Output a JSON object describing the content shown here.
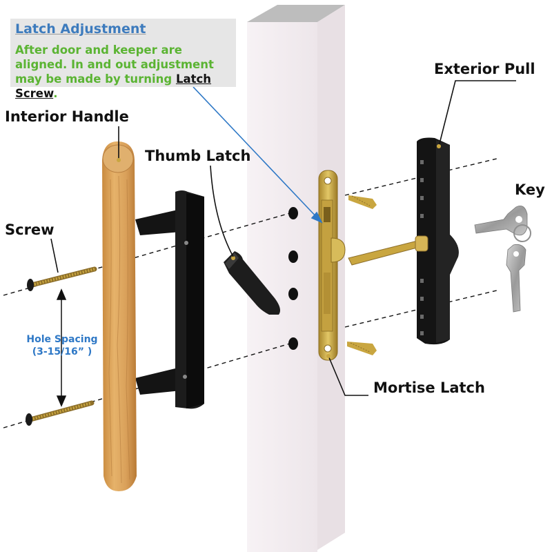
{
  "callout": {
    "title": "Latch Adjustment",
    "body_part1": "After door and keeper are aligned. In and out adjustment may be made by turning ",
    "body_highlight": "Latch Screw",
    "body_end": "."
  },
  "labels": {
    "interior_handle": "Interior Handle",
    "thumb_latch": "Thumb Latch",
    "exterior_pull": "Exterior Pull",
    "key": "Key",
    "screw": "Screw",
    "mortise_latch": "Mortise Latch",
    "hole_spacing_line1": "Hole Spacing",
    "hole_spacing_line2": "(3-15/16” )"
  },
  "colors": {
    "callout_title": "#3d7bbd",
    "callout_text": "#5bb433",
    "hole_spacing": "#2e78c6",
    "wood": "#d9a25a",
    "brass": "#c9a640",
    "handle_black": "#141414"
  }
}
